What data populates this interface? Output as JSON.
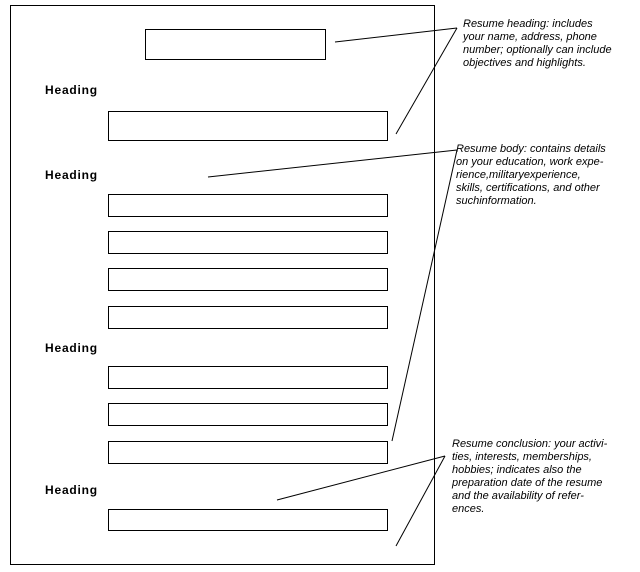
{
  "headings": [
    "Heading",
    "Heading",
    "Heading",
    "Heading"
  ],
  "notes": {
    "heading": [
      "Resume  heading: includes",
      "your name,  address,  phone",
      "number; optionally can include",
      "objectives and highlights."
    ],
    "body": [
      "Resume body:  contains details",
      " on your education, work expe-",
      " rience,militaryexperience,",
      " skills, certifications, and other",
      " suchinformation."
    ],
    "conclusion": [
      "Resume conclusion: your activi-",
      "ties,  interests,  memberships,",
      "hobbies; indicates also the",
      "preparation date of the resume",
      "and the availability of refer-",
      "ences."
    ]
  }
}
